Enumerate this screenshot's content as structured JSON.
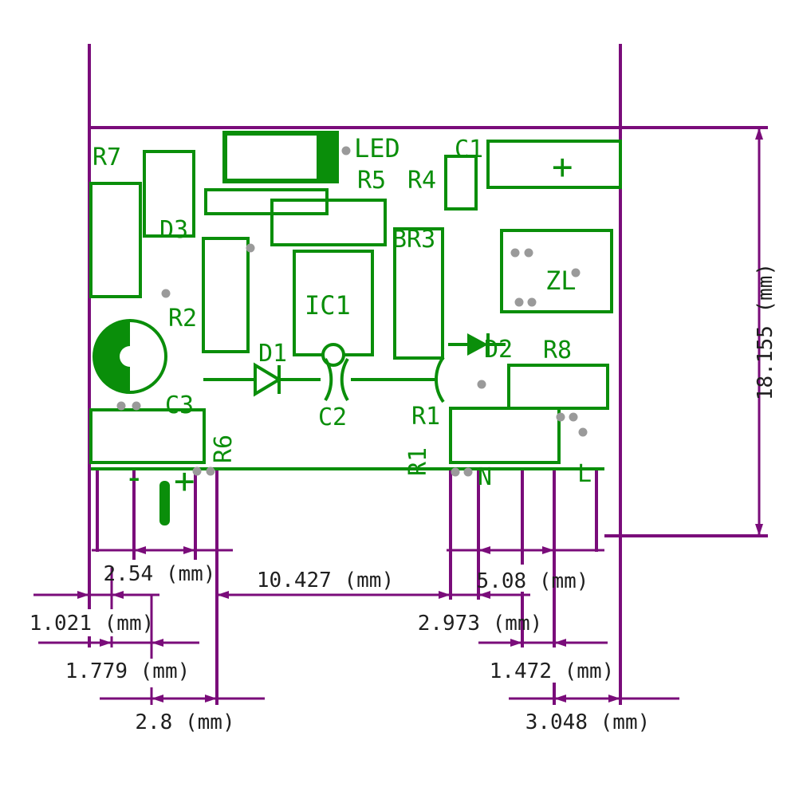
{
  "drawing": {
    "unit": "mm",
    "colors": {
      "board_outline": "#7a0c7a",
      "silkscreen": "#0a8e0a",
      "pad": "#9a9a9a",
      "dimension_text": "#1f1f1f"
    },
    "labels": {
      "r7": "R7",
      "d3": "D3",
      "led": "LED",
      "r5": "R5",
      "r4": "R4",
      "c1": "C1",
      "cap_plus": "+",
      "zl": "ZL",
      "br3": "BR3",
      "ic1": "IC1",
      "r2": "R2",
      "c3": "C3",
      "d1": "D1",
      "c2": "C2",
      "r1_a": "R1",
      "r1_b": "R1",
      "r6": "R6",
      "d2": "D2",
      "r8": "R8",
      "pin_minus": "-",
      "pin_plus": "+",
      "pin_n": "N",
      "pin_l": "L"
    },
    "dimensions": {
      "board_height": "18.155 (mm)",
      "dc_pin_pitch": "2.54 (mm)",
      "center_span": "10.427 (mm)",
      "ac_pin_pitch": "5.08 (mm)",
      "left_edge_offset": "1.021 (mm)",
      "ac_pin_offset": "2.973 (mm)",
      "dc_pin_width": "1.779 (mm)",
      "ac_pin_width": "1.472 (mm)",
      "dc_edge_offset": "2.8 (mm)",
      "ac_edge_offset": "3.048 (mm)"
    }
  }
}
